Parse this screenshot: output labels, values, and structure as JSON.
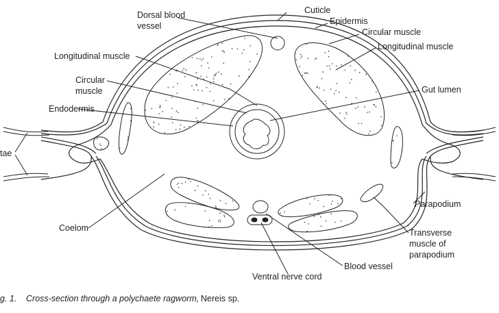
{
  "labels": {
    "dorsal_blood_vessel_1": "Dorsal blood",
    "dorsal_blood_vessel_2": "vessel",
    "cuticle": "Cuticle",
    "epidermis": "Epidermis",
    "circular_muscle_outer": "Circular muscle",
    "longitudinal_muscle_right": "Longitudinal muscle",
    "longitudinal_muscle_left": "Longitudinal muscle",
    "circular_muscle_inner_1": "Circular",
    "circular_muscle_inner_2": "muscle",
    "gut_lumen": "Gut lumen",
    "endodermis": "Endodermis",
    "chaetae": "tae",
    "coelom": "Coelom",
    "parapodium": "Parapodium",
    "transverse_1": "Transverse",
    "transverse_2": "muscle of",
    "transverse_3": "parapodium",
    "blood_vessel": "Blood vessel",
    "ventral_nerve_cord": "Ventral nerve cord"
  },
  "caption": {
    "number": "g. 1.",
    "text": "Cross-section through a polychaete ragworm,",
    "species": "Nereis sp."
  }
}
